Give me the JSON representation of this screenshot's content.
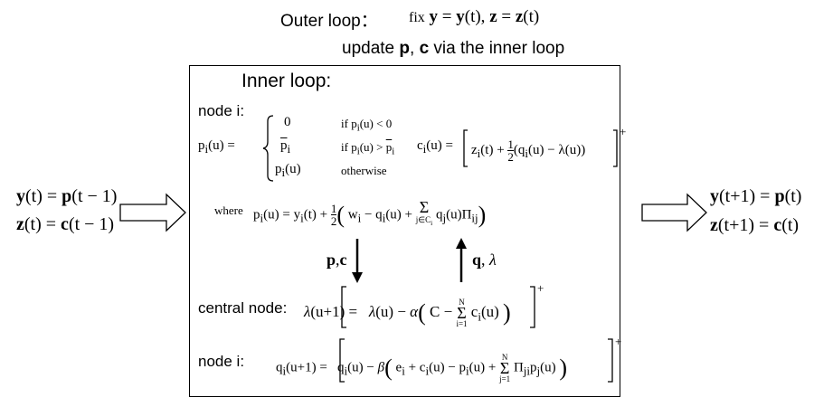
{
  "header": {
    "outer_loop_label": "Outer loop：",
    "outer_loop_formula": "fix y = y(t), z = z(t)",
    "update_text": "update p, c via the inner loop"
  },
  "inner": {
    "title": "Inner loop:",
    "node_label": "node i:",
    "piecewise_lhs": "pᵢ(u) =",
    "case1_value": "0",
    "case1_cond": "if pᵢ(u) < 0",
    "case2_value": "p̄ᵢ",
    "case2_cond": "if pᵢ(u) > p̄ᵢ",
    "case3_value": "pᵢ(u)",
    "case3_cond": "otherwise",
    "c_update": "cᵢ(u) = [ zᵢ(t) + ½(qᵢ(u) − λ(u)) ]⁺",
    "where_label": "where",
    "where_formula": "pᵢ(u) = yᵢ(t) + ½( wᵢ − qᵢ(u) + Σ_{j∈Cᵢ} qⱼ(u)Πᵢⱼ )",
    "arrow_down_label": "p, c",
    "arrow_up_label": "q, λ",
    "central_label": "central node:",
    "central_formula": "λ(u+1) = [ λ(u) − α( C − Σ_{i=1}^{N} cᵢ(u) ) ]⁺",
    "node2_label": "node i:",
    "q_formula": "qᵢ(u+1) = [ qᵢ(u) − β( eᵢ + cᵢ(u) − pᵢ(u) + Σ_{j=1}^{N} Πⱼᵢpⱼ(u) ) ]⁺"
  },
  "left": {
    "line1": "y(t) = p(t−1)",
    "line2": "z(t) = c(t−1)"
  },
  "right": {
    "line1": "y(t+1) = p(t)",
    "line2": "z(t+1) = c(t)"
  }
}
